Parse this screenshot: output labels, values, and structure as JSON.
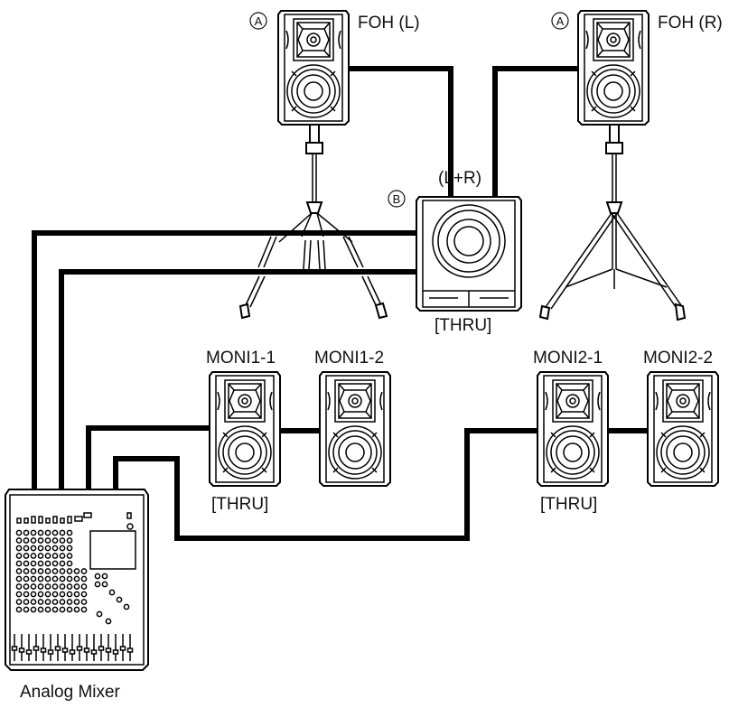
{
  "labels": {
    "foh_left": "FOH (L)",
    "foh_right": "FOH (R)",
    "sub": "(L+R)",
    "sub_thru": "[THRU]",
    "moni1_1": "MONI1-1",
    "moni1_2": "MONI1-2",
    "moni2_1": "MONI2-1",
    "moni2_2": "MONI2-2",
    "moni1_thru": "[THRU]",
    "moni2_thru": "[THRU]",
    "mixer": "Analog Mixer"
  },
  "markers": {
    "a_left": "A",
    "a_right": "A",
    "b": "B"
  }
}
